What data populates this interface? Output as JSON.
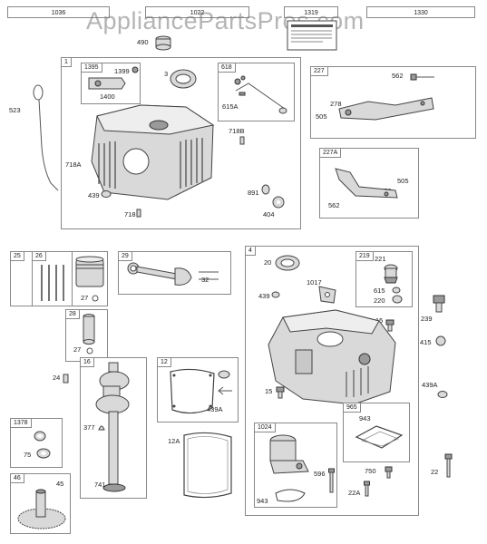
{
  "watermark": "AppliancePartsPros.com",
  "top_parts": [
    "1036",
    "1022",
    "1319",
    "1330"
  ],
  "groups": {
    "g1": "1",
    "g1395": "1395",
    "g618": "618",
    "g227": "227",
    "g227a": "227A",
    "g25": "25",
    "g26": "26",
    "g29": "29",
    "g28": "28",
    "g16": "16",
    "g12": "12",
    "g1378": "1378",
    "g46": "46",
    "g4": "4",
    "g219": "219",
    "g1024": "1024",
    "g965": "965"
  },
  "labels": {
    "l490": "490",
    "l523": "523",
    "l1399": "1399",
    "l1400": "1400",
    "l3": "3",
    "l615a": "615A",
    "l718b": "718B",
    "l718a": "718A",
    "l439a_top": "439",
    "l718": "718",
    "l891": "891",
    "l404": "404",
    "l562a": "562",
    "l278a": "278",
    "l505a": "505",
    "l505b": "505",
    "l278b": "278",
    "l562b": "562",
    "l27a": "27",
    "l32": "32",
    "l27b": "27",
    "l24": "24",
    "l377": "377",
    "l741": "741",
    "l439a": "439A",
    "l12a": "12A",
    "l75": "75",
    "l45": "45",
    "l20": "20",
    "l1017": "1017",
    "l439b": "439",
    "l221": "221",
    "l615": "615",
    "l220": "220",
    "l239": "239",
    "l15a": "15",
    "l415": "415",
    "l15b": "15",
    "l439a2": "439A",
    "l943a": "943",
    "l596": "596",
    "l750": "750",
    "l22": "22",
    "l22a": "22A",
    "l943b": "943"
  }
}
